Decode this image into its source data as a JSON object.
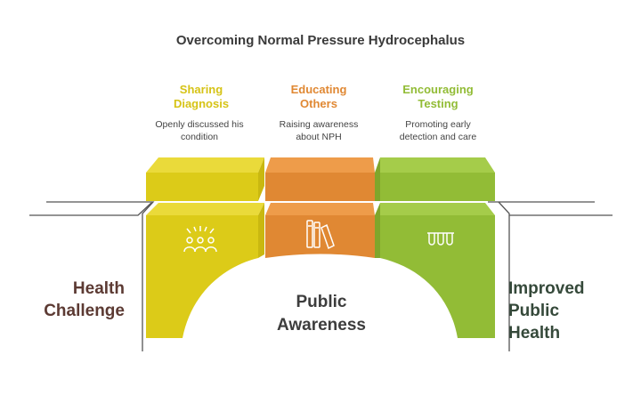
{
  "title": "Overcoming Normal Pressure Hydrocephalus",
  "colors": {
    "yellow": "#DCCB18",
    "orange": "#E08833",
    "green": "#92BC36",
    "left_text": "#5C3A33",
    "right_text": "#35493A",
    "center_text": "#3D3D3D"
  },
  "steps": [
    {
      "heading": "Sharing\nDiagnosis",
      "description": "Openly discussed his\ncondition",
      "icon": "people-icon"
    },
    {
      "heading": "Educating\nOthers",
      "description": "Raising awareness\nabout NPH",
      "icon": "books-icon"
    },
    {
      "heading": "Encouraging\nTesting",
      "description": "Promoting early\ndetection and care",
      "icon": "test-tubes-icon"
    }
  ],
  "left_label": "Health\nChallenge",
  "right_label": "Improved\nPublic\nHealth",
  "center_label": "Public\nAwareness"
}
